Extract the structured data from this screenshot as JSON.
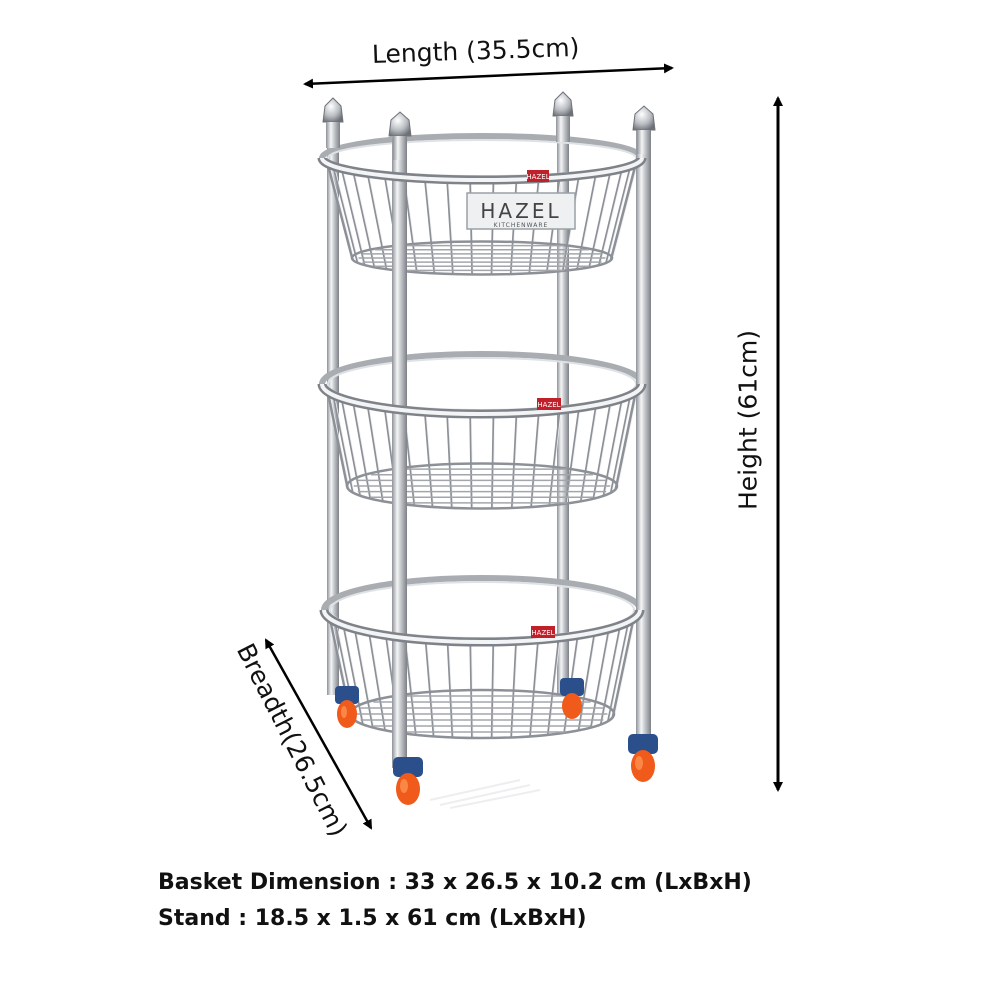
{
  "dimensions": {
    "length_label": "Length (35.5cm)",
    "height_label": "Height (61cm)",
    "breadth_label": "Breadth(26.5cm)"
  },
  "brand": {
    "name": "HAZEL",
    "subtitle": "KITCHENWARE",
    "tag_color": "#c0202a"
  },
  "specs": {
    "basket": "Basket Dimension : 33 x 26.5 x 10.2 cm (LxBxH)",
    "stand": "Stand : 18.5 x 1.5 x 61 cm (LxBxH)"
  },
  "colors": {
    "steel": "#c9ccd0",
    "wheel_hub": "#2a4f8a",
    "wheel_tire": "#f05a1a"
  }
}
